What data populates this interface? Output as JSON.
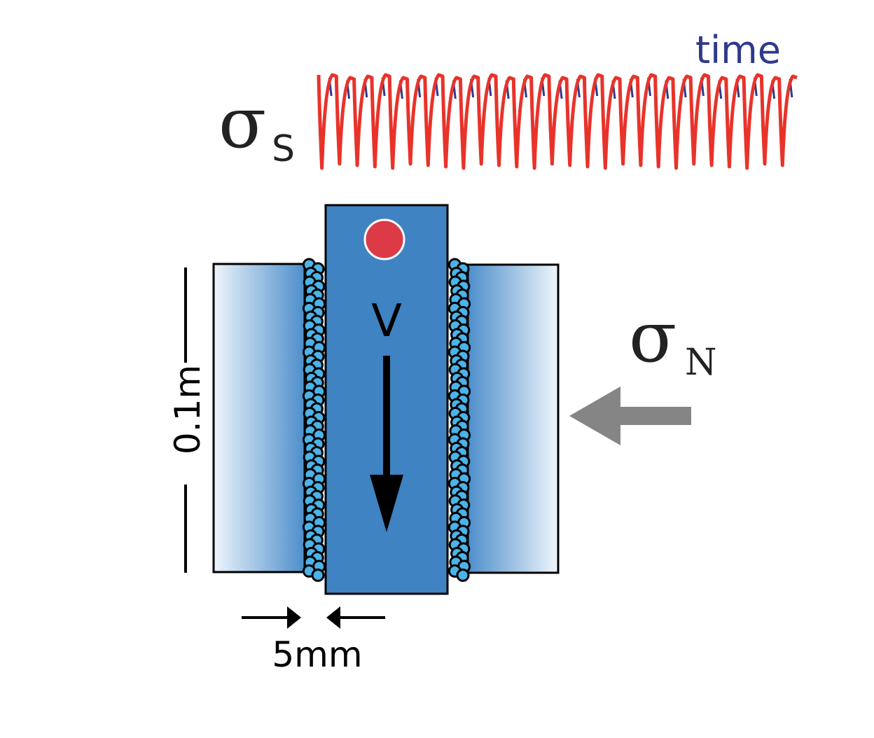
{
  "signal": {
    "symbol": "σ",
    "subscript": "S",
    "time_label": "time",
    "color_signal": "#e8332a",
    "color_trace": "#2e3a8c",
    "color_time_label": "#2e3a8c",
    "cycles": 27
  },
  "normal_stress": {
    "symbol": "σ",
    "subscript": "N",
    "arrow_color": "#858585"
  },
  "apparatus": {
    "velocity_label": "V",
    "center_block_color": "#3f83c2",
    "side_block_dark": "#4d8ecb",
    "side_block_light": "#eef5fb",
    "particle_color": "#4bb3e8",
    "marker_color": "#dc3a47"
  },
  "dimensions": {
    "height_label": "0.1m",
    "gap_label": "5mm"
  }
}
